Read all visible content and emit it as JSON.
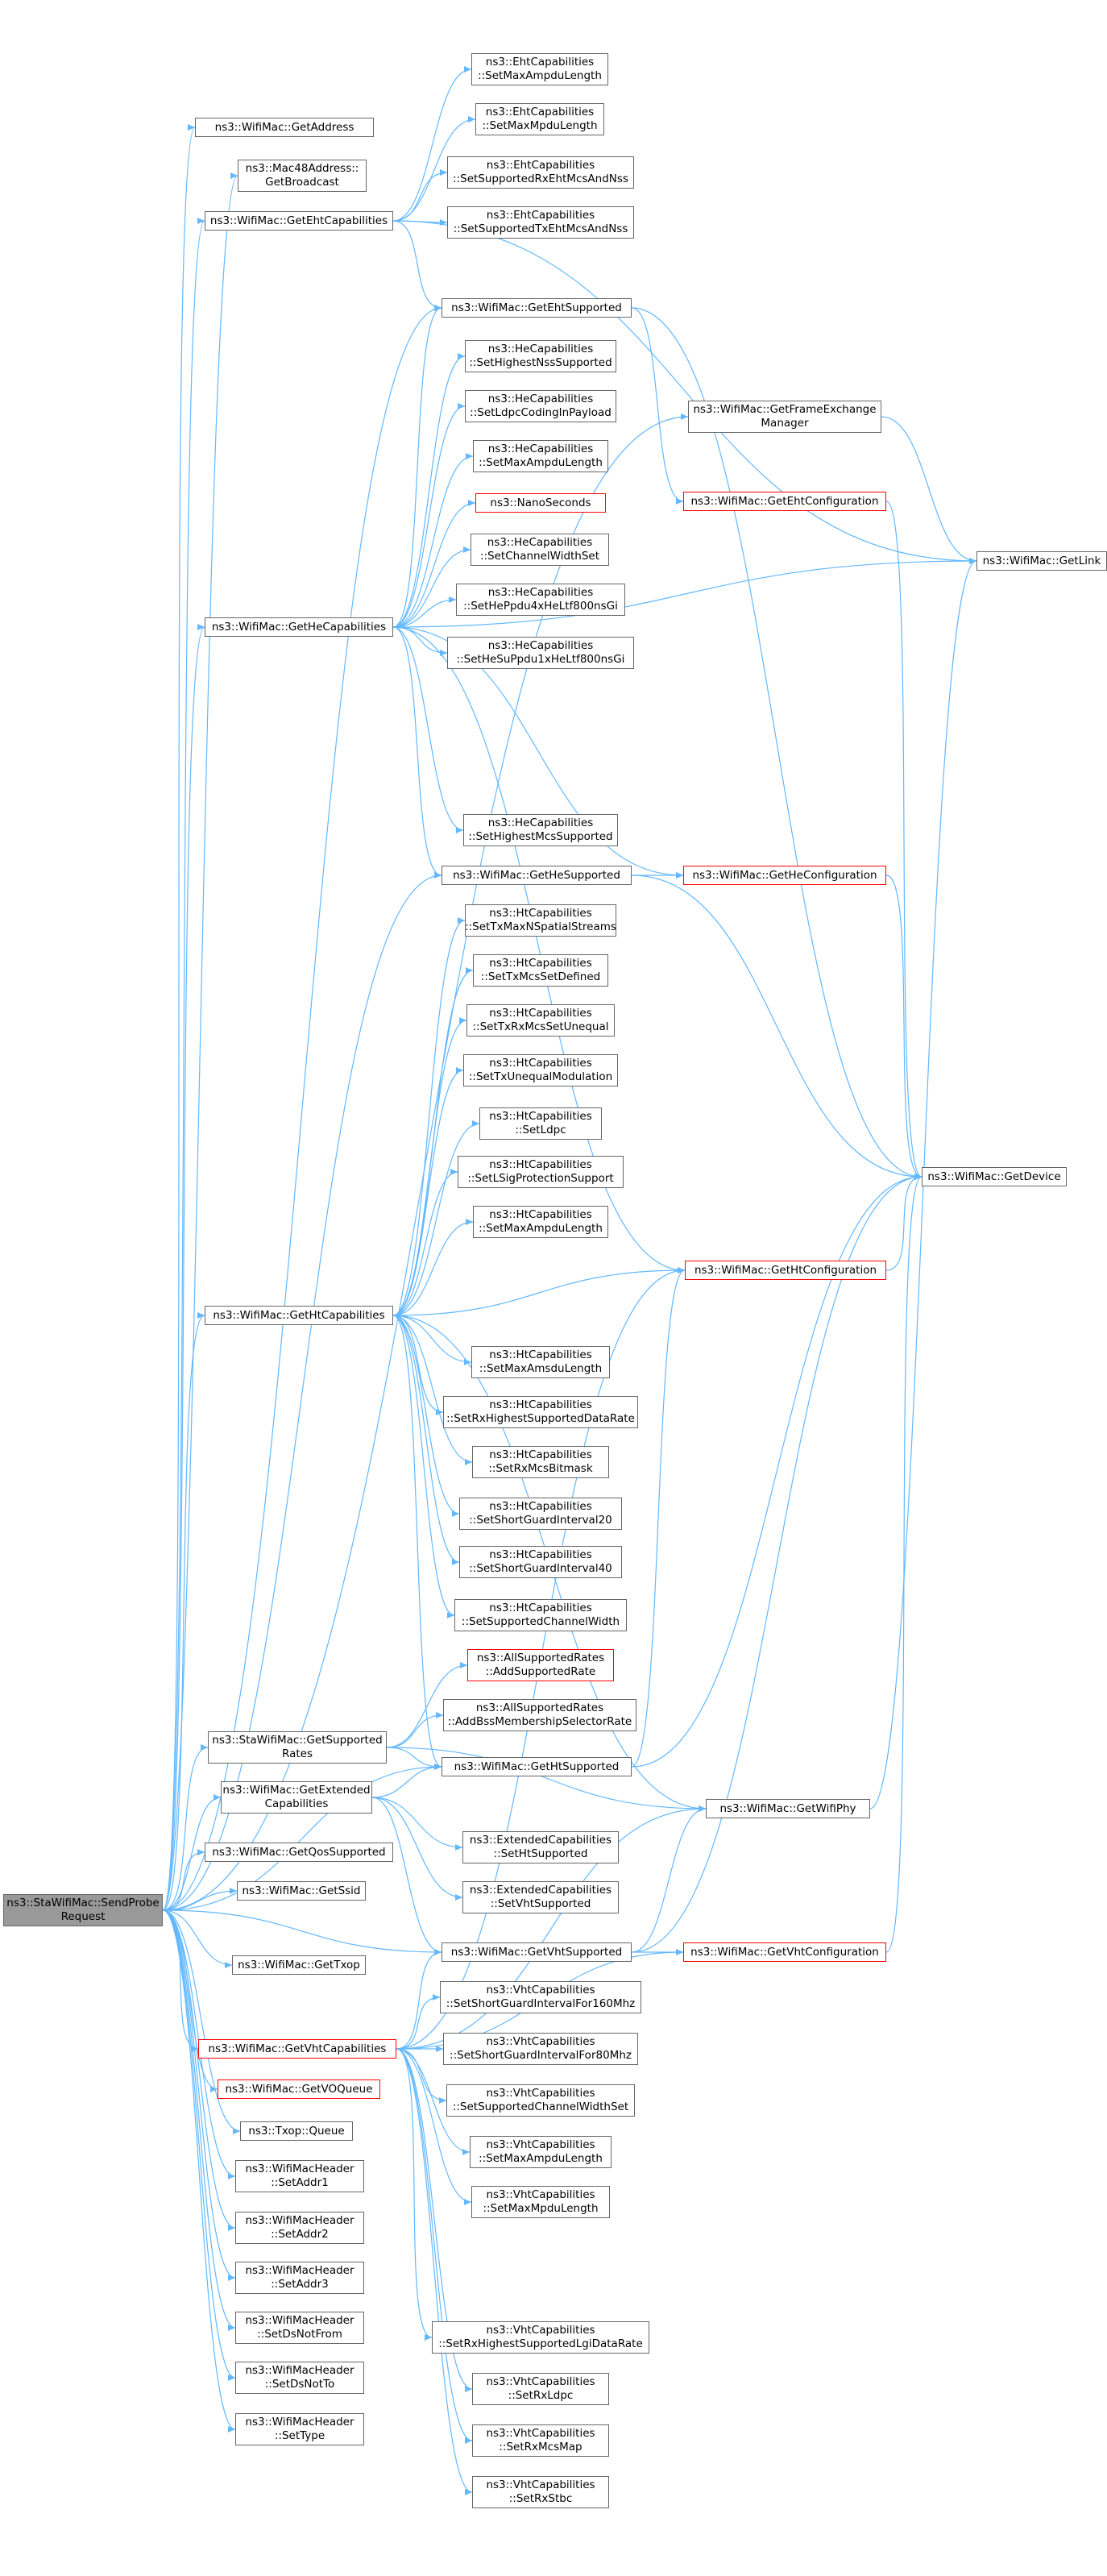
{
  "graph": {
    "root": "n_root",
    "nodes": [
      {
        "id": "n_root",
        "lines": [
          "ns3::StaWifiMac::SendProbe",
          "Request"
        ],
        "style": "root"
      },
      {
        "id": "n_getAddress",
        "lines": [
          "ns3::WifiMac::GetAddress"
        ]
      },
      {
        "id": "n_getBroadcast",
        "lines": [
          "ns3::Mac48Address::",
          "GetBroadcast"
        ]
      },
      {
        "id": "n_getEhtCap",
        "lines": [
          "ns3::WifiMac::GetEhtCapabilities"
        ]
      },
      {
        "id": "n_ehtSetMaxAmpdu",
        "lines": [
          "ns3::EhtCapabilities",
          "::SetMaxAmpduLength"
        ]
      },
      {
        "id": "n_ehtSetMaxMpdu",
        "lines": [
          "ns3::EhtCapabilities",
          "::SetMaxMpduLength"
        ]
      },
      {
        "id": "n_ehtSetRxMcs",
        "lines": [
          "ns3::EhtCapabilities",
          "::SetSupportedRxEhtMcsAndNss"
        ]
      },
      {
        "id": "n_ehtSetTxMcs",
        "lines": [
          "ns3::EhtCapabilities",
          "::SetSupportedTxEhtMcsAndNss"
        ]
      },
      {
        "id": "n_getEhtSupported",
        "lines": [
          "ns3::WifiMac::GetEhtSupported"
        ]
      },
      {
        "id": "n_getFrameExch",
        "lines": [
          "ns3::WifiMac::GetFrameExchange",
          "Manager"
        ]
      },
      {
        "id": "n_getEhtConfig",
        "lines": [
          "ns3::WifiMac::GetEhtConfiguration"
        ],
        "style": "red"
      },
      {
        "id": "n_getLink",
        "lines": [
          "ns3::WifiMac::GetLink"
        ]
      },
      {
        "id": "n_heSetHighestNss",
        "lines": [
          "ns3::HeCapabilities",
          "::SetHighestNssSupported"
        ]
      },
      {
        "id": "n_heSetLdpc",
        "lines": [
          "ns3::HeCapabilities",
          "::SetLdpcCodingInPayload"
        ]
      },
      {
        "id": "n_heSetMaxAmpdu",
        "lines": [
          "ns3::HeCapabilities",
          "::SetMaxAmpduLength"
        ]
      },
      {
        "id": "n_nanoSeconds",
        "lines": [
          "ns3::NanoSeconds"
        ],
        "style": "red"
      },
      {
        "id": "n_heSetChWidth",
        "lines": [
          "ns3::HeCapabilities",
          "::SetChannelWidthSet"
        ]
      },
      {
        "id": "n_heSetPpdu4x",
        "lines": [
          "ns3::HeCapabilities",
          "::SetHePpdu4xHeLtf800nsGi"
        ]
      },
      {
        "id": "n_heSetSuPpdu1x",
        "lines": [
          "ns3::HeCapabilities",
          "::SetHeSuPpdu1xHeLtf800nsGi"
        ]
      },
      {
        "id": "n_getHeCap",
        "lines": [
          "ns3::WifiMac::GetHeCapabilities"
        ]
      },
      {
        "id": "n_heSetHighestMcs",
        "lines": [
          "ns3::HeCapabilities",
          "::SetHighestMcsSupported"
        ]
      },
      {
        "id": "n_getHeSupported",
        "lines": [
          "ns3::WifiMac::GetHeSupported"
        ]
      },
      {
        "id": "n_getHeConfig",
        "lines": [
          "ns3::WifiMac::GetHeConfiguration"
        ],
        "style": "red"
      },
      {
        "id": "n_htSetTxMaxNss",
        "lines": [
          "ns3::HtCapabilities",
          "::SetTxMaxNSpatialStreams"
        ]
      },
      {
        "id": "n_htSetTxMcsDef",
        "lines": [
          "ns3::HtCapabilities",
          "::SetTxMcsSetDefined"
        ]
      },
      {
        "id": "n_htSetTxRxUneq",
        "lines": [
          "ns3::HtCapabilities",
          "::SetTxRxMcsSetUnequal"
        ]
      },
      {
        "id": "n_htSetTxUneqMod",
        "lines": [
          "ns3::HtCapabilities",
          "::SetTxUnequalModulation"
        ]
      },
      {
        "id": "n_htSetLdpc",
        "lines": [
          "ns3::HtCapabilities",
          "::SetLdpc"
        ]
      },
      {
        "id": "n_htSetLSig",
        "lines": [
          "ns3::HtCapabilities",
          "::SetLSigProtectionSupport"
        ]
      },
      {
        "id": "n_htSetMaxAmpdu",
        "lines": [
          "ns3::HtCapabilities",
          "::SetMaxAmpduLength"
        ]
      },
      {
        "id": "n_getDevice",
        "lines": [
          "ns3::WifiMac::GetDevice"
        ]
      },
      {
        "id": "n_getHtConfig",
        "lines": [
          "ns3::WifiMac::GetHtConfiguration"
        ],
        "style": "red"
      },
      {
        "id": "n_getHtCap",
        "lines": [
          "ns3::WifiMac::GetHtCapabilities"
        ]
      },
      {
        "id": "n_htSetMaxAmsdu",
        "lines": [
          "ns3::HtCapabilities",
          "::SetMaxAmsduLength"
        ]
      },
      {
        "id": "n_htSetRxHighest",
        "lines": [
          "ns3::HtCapabilities",
          "::SetRxHighestSupportedDataRate"
        ]
      },
      {
        "id": "n_htSetRxMcsBitmask",
        "lines": [
          "ns3::HtCapabilities",
          "::SetRxMcsBitmask"
        ]
      },
      {
        "id": "n_htSetSgi20",
        "lines": [
          "ns3::HtCapabilities",
          "::SetShortGuardInterval20"
        ]
      },
      {
        "id": "n_htSetSgi40",
        "lines": [
          "ns3::HtCapabilities",
          "::SetShortGuardInterval40"
        ]
      },
      {
        "id": "n_htSetSuppChW",
        "lines": [
          "ns3::HtCapabilities",
          "::SetSupportedChannelWidth"
        ]
      },
      {
        "id": "n_addSuppRate",
        "lines": [
          "ns3::AllSupportedRates",
          "::AddSupportedRate"
        ],
        "style": "red"
      },
      {
        "id": "n_getSuppRates",
        "lines": [
          "ns3::StaWifiMac::GetSupported",
          "Rates"
        ]
      },
      {
        "id": "n_addBssMembership",
        "lines": [
          "ns3::AllSupportedRates",
          "::AddBssMembershipSelectorRate"
        ]
      },
      {
        "id": "n_getHtSupported",
        "lines": [
          "ns3::WifiMac::GetHtSupported"
        ]
      },
      {
        "id": "n_getExtCap",
        "lines": [
          "ns3::WifiMac::GetExtended",
          "Capabilities"
        ]
      },
      {
        "id": "n_getWifiPhy",
        "lines": [
          "ns3::WifiMac::GetWifiPhy"
        ]
      },
      {
        "id": "n_extSetHt",
        "lines": [
          "ns3::ExtendedCapabilities",
          "::SetHtSupported"
        ]
      },
      {
        "id": "n_getQos",
        "lines": [
          "ns3::WifiMac::GetQosSupported"
        ]
      },
      {
        "id": "n_getSsid",
        "lines": [
          "ns3::WifiMac::GetSsid"
        ]
      },
      {
        "id": "n_extSetVht",
        "lines": [
          "ns3::ExtendedCapabilities",
          "::SetVhtSupported"
        ]
      },
      {
        "id": "n_getTxop",
        "lines": [
          "ns3::WifiMac::GetTxop"
        ]
      },
      {
        "id": "n_getVhtSupported",
        "lines": [
          "ns3::WifiMac::GetVhtSupported"
        ]
      },
      {
        "id": "n_getVhtConfig",
        "lines": [
          "ns3::WifiMac::GetVhtConfiguration"
        ],
        "style": "red"
      },
      {
        "id": "n_vhtSetSgi160",
        "lines": [
          "ns3::VhtCapabilities",
          "::SetShortGuardIntervalFor160Mhz"
        ]
      },
      {
        "id": "n_getVhtCap",
        "lines": [
          "ns3::WifiMac::GetVhtCapabilities"
        ],
        "style": "red"
      },
      {
        "id": "n_vhtSetSgi80",
        "lines": [
          "ns3::VhtCapabilities",
          "::SetShortGuardIntervalFor80Mhz"
        ]
      },
      {
        "id": "n_getVoQueue",
        "lines": [
          "ns3::WifiMac::GetVOQueue"
        ],
        "style": "red"
      },
      {
        "id": "n_vhtSetSuppChW",
        "lines": [
          "ns3::VhtCapabilities",
          "::SetSupportedChannelWidthSet"
        ]
      },
      {
        "id": "n_txopQueue",
        "lines": [
          "ns3::Txop::Queue"
        ]
      },
      {
        "id": "n_vhtSetMaxAmpdu",
        "lines": [
          "ns3::VhtCapabilities",
          "::SetMaxAmpduLength"
        ]
      },
      {
        "id": "n_setAddr1",
        "lines": [
          "ns3::WifiMacHeader",
          "::SetAddr1"
        ]
      },
      {
        "id": "n_vhtSetMaxMpdu",
        "lines": [
          "ns3::VhtCapabilities",
          "::SetMaxMpduLength"
        ]
      },
      {
        "id": "n_setAddr2",
        "lines": [
          "ns3::WifiMacHeader",
          "::SetAddr2"
        ]
      },
      {
        "id": "n_setAddr3",
        "lines": [
          "ns3::WifiMacHeader",
          "::SetAddr3"
        ]
      },
      {
        "id": "n_setDsNotFrom",
        "lines": [
          "ns3::WifiMacHeader",
          "::SetDsNotFrom"
        ]
      },
      {
        "id": "n_vhtSetRxHighest",
        "lines": [
          "ns3::VhtCapabilities",
          "::SetRxHighestSupportedLgiDataRate"
        ]
      },
      {
        "id": "n_setDsNotTo",
        "lines": [
          "ns3::WifiMacHeader",
          "::SetDsNotTo"
        ]
      },
      {
        "id": "n_vhtSetRxLdpc",
        "lines": [
          "ns3::VhtCapabilities",
          "::SetRxLdpc"
        ]
      },
      {
        "id": "n_setType",
        "lines": [
          "ns3::WifiMacHeader",
          "::SetType"
        ]
      },
      {
        "id": "n_vhtSetRxMcsMap",
        "lines": [
          "ns3::VhtCapabilities",
          "::SetRxMcsMap"
        ]
      },
      {
        "id": "n_vhtSetRxStbc",
        "lines": [
          "ns3::VhtCapabilities",
          "::SetRxStbc"
        ]
      }
    ],
    "edges": [
      [
        "n_root",
        "n_getAddress"
      ],
      [
        "n_root",
        "n_getBroadcast"
      ],
      [
        "n_root",
        "n_getEhtCap"
      ],
      [
        "n_root",
        "n_getEhtSupported"
      ],
      [
        "n_root",
        "n_getHeCap"
      ],
      [
        "n_root",
        "n_getHeSupported"
      ],
      [
        "n_root",
        "n_getHtCap"
      ],
      [
        "n_root",
        "n_getHtSupported"
      ],
      [
        "n_root",
        "n_getSuppRates"
      ],
      [
        "n_root",
        "n_getExtCap"
      ],
      [
        "n_root",
        "n_getQos"
      ],
      [
        "n_root",
        "n_getSsid"
      ],
      [
        "n_root",
        "n_getTxop"
      ],
      [
        "n_root",
        "n_getVhtCap"
      ],
      [
        "n_root",
        "n_getVhtSupported"
      ],
      [
        "n_root",
        "n_getVoQueue"
      ],
      [
        "n_root",
        "n_txopQueue"
      ],
      [
        "n_root",
        "n_setAddr1"
      ],
      [
        "n_root",
        "n_setAddr2"
      ],
      [
        "n_root",
        "n_setAddr3"
      ],
      [
        "n_root",
        "n_setDsNotFrom"
      ],
      [
        "n_root",
        "n_setDsNotTo"
      ],
      [
        "n_root",
        "n_setType"
      ],
      [
        "n_root",
        "n_getFrameExch"
      ],
      [
        "n_getEhtCap",
        "n_ehtSetMaxAmpdu"
      ],
      [
        "n_getEhtCap",
        "n_ehtSetMaxMpdu"
      ],
      [
        "n_getEhtCap",
        "n_ehtSetRxMcs"
      ],
      [
        "n_getEhtCap",
        "n_ehtSetTxMcs"
      ],
      [
        "n_getEhtCap",
        "n_getEhtSupported"
      ],
      [
        "n_getEhtCap",
        "n_getLink"
      ],
      [
        "n_getEhtSupported",
        "n_getEhtConfig"
      ],
      [
        "n_getEhtSupported",
        "n_getDevice"
      ],
      [
        "n_getFrameExch",
        "n_getLink"
      ],
      [
        "n_getEhtConfig",
        "n_getDevice"
      ],
      [
        "n_getHeCap",
        "n_heSetHighestNss"
      ],
      [
        "n_getHeCap",
        "n_heSetLdpc"
      ],
      [
        "n_getHeCap",
        "n_heSetMaxAmpdu"
      ],
      [
        "n_getHeCap",
        "n_nanoSeconds"
      ],
      [
        "n_getHeCap",
        "n_heSetChWidth"
      ],
      [
        "n_getHeCap",
        "n_heSetPpdu4x"
      ],
      [
        "n_getHeCap",
        "n_heSetSuPpdu1x"
      ],
      [
        "n_getHeCap",
        "n_heSetHighestMcs"
      ],
      [
        "n_getHeCap",
        "n_getHeSupported"
      ],
      [
        "n_getHeCap",
        "n_getEhtSupported"
      ],
      [
        "n_getHeCap",
        "n_getHeConfig"
      ],
      [
        "n_getHeCap",
        "n_getLink"
      ],
      [
        "n_getHeCap",
        "n_getHtConfig"
      ],
      [
        "n_getHeSupported",
        "n_getHeConfig"
      ],
      [
        "n_getHeSupported",
        "n_getDevice"
      ],
      [
        "n_getHeConfig",
        "n_getDevice"
      ],
      [
        "n_getHtCap",
        "n_htSetTxMaxNss"
      ],
      [
        "n_getHtCap",
        "n_htSetTxMcsDef"
      ],
      [
        "n_getHtCap",
        "n_htSetTxRxUneq"
      ],
      [
        "n_getHtCap",
        "n_htSetTxUneqMod"
      ],
      [
        "n_getHtCap",
        "n_htSetLdpc"
      ],
      [
        "n_getHtCap",
        "n_htSetLSig"
      ],
      [
        "n_getHtCap",
        "n_htSetMaxAmpdu"
      ],
      [
        "n_getHtCap",
        "n_getHtConfig"
      ],
      [
        "n_getHtCap",
        "n_htSetMaxAmsdu"
      ],
      [
        "n_getHtCap",
        "n_htSetRxHighest"
      ],
      [
        "n_getHtCap",
        "n_htSetRxMcsBitmask"
      ],
      [
        "n_getHtCap",
        "n_htSetSgi20"
      ],
      [
        "n_getHtCap",
        "n_htSetSgi40"
      ],
      [
        "n_getHtCap",
        "n_htSetSuppChW"
      ],
      [
        "n_getHtCap",
        "n_getHtSupported"
      ],
      [
        "n_getHtCap",
        "n_getWifiPhy"
      ],
      [
        "n_getHtConfig",
        "n_getDevice"
      ],
      [
        "n_getSuppRates",
        "n_addSuppRate"
      ],
      [
        "n_getSuppRates",
        "n_addBssMembership"
      ],
      [
        "n_getSuppRates",
        "n_getHtSupported"
      ],
      [
        "n_getSuppRates",
        "n_getWifiPhy"
      ],
      [
        "n_getHtSupported",
        "n_getHtConfig"
      ],
      [
        "n_getHtSupported",
        "n_getDevice"
      ],
      [
        "n_getExtCap",
        "n_getHtSupported"
      ],
      [
        "n_getExtCap",
        "n_extSetHt"
      ],
      [
        "n_getExtCap",
        "n_extSetVht"
      ],
      [
        "n_getExtCap",
        "n_getVhtSupported"
      ],
      [
        "n_getWifiPhy",
        "n_getLink"
      ],
      [
        "n_getVhtSupported",
        "n_getVhtConfig"
      ],
      [
        "n_getVhtSupported",
        "n_getDevice"
      ],
      [
        "n_getVhtSupported",
        "n_getWifiPhy"
      ],
      [
        "n_getVhtConfig",
        "n_getDevice"
      ],
      [
        "n_getVhtCap",
        "n_getVhtSupported"
      ],
      [
        "n_getVhtCap",
        "n_vhtSetSgi160"
      ],
      [
        "n_getVhtCap",
        "n_vhtSetSgi80"
      ],
      [
        "n_getVhtCap",
        "n_vhtSetSuppChW"
      ],
      [
        "n_getVhtCap",
        "n_vhtSetMaxAmpdu"
      ],
      [
        "n_getVhtCap",
        "n_vhtSetMaxMpdu"
      ],
      [
        "n_getVhtCap",
        "n_vhtSetRxHighest"
      ],
      [
        "n_getVhtCap",
        "n_vhtSetRxLdpc"
      ],
      [
        "n_getVhtCap",
        "n_vhtSetRxMcsMap"
      ],
      [
        "n_getVhtCap",
        "n_vhtSetRxStbc"
      ],
      [
        "n_getVhtCap",
        "n_getVhtConfig"
      ],
      [
        "n_getVhtCap",
        "n_getWifiPhy"
      ],
      [
        "n_getVhtCap",
        "n_getHtConfig"
      ]
    ]
  }
}
